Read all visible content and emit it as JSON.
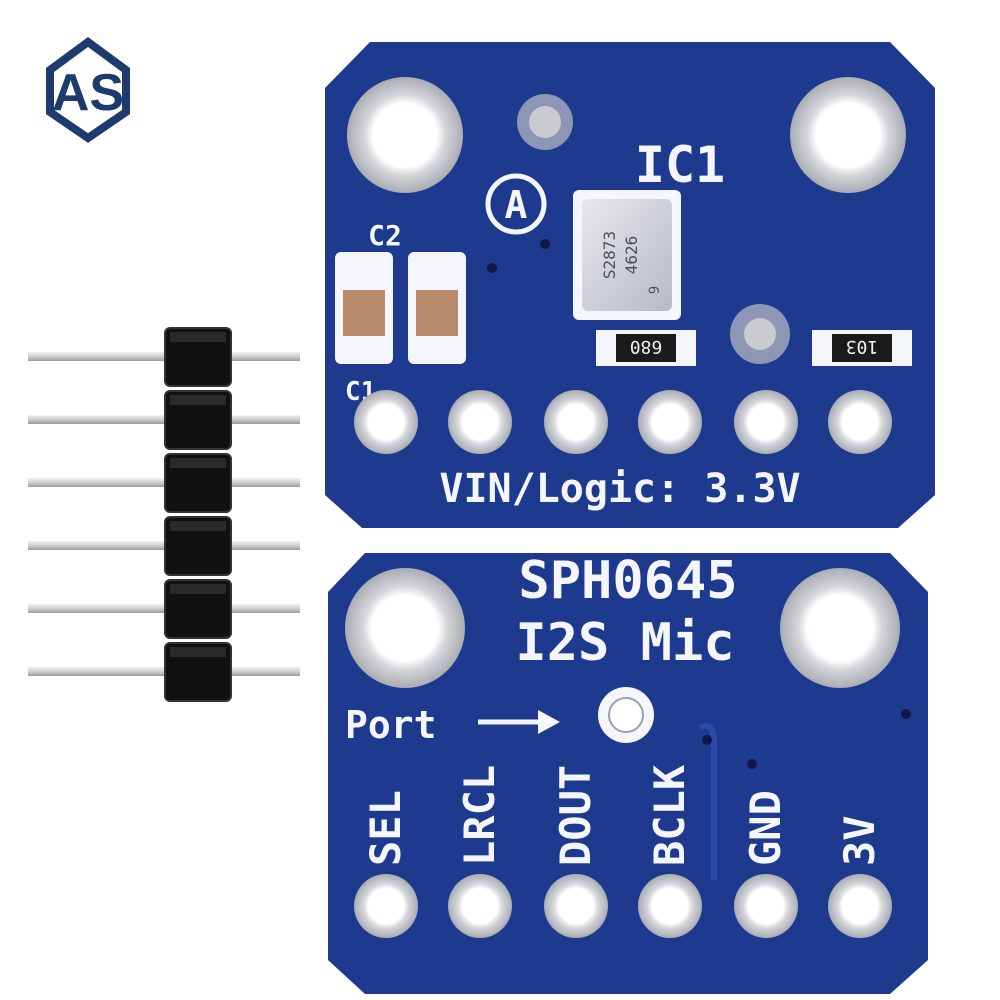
{
  "brand": {
    "logo_text": "AS",
    "logo_color": "#1f3b6e"
  },
  "colors": {
    "pcb": "#1d3a8f",
    "pcb_dark": "#15307a",
    "pad": "#c9cbd0",
    "silk": "#f4f6fb",
    "header": "#111111",
    "pin": "#cfcfcf"
  },
  "top_board": {
    "ic_label": "IC1",
    "cap_label_top": "C2",
    "cap_label_bottom": "C1",
    "chip_line1": "S2873",
    "chip_line2": "4626",
    "chip_line3": "9",
    "resistor_left": "680",
    "resistor_right": "103",
    "voltage_label": "VIN/Logic: 3.3V",
    "logo_letter": "A"
  },
  "bottom_board": {
    "title_line1": "SPH0645",
    "title_line2": "I2S Mic",
    "port_label": "Port",
    "pins": [
      "SEL",
      "LRCL",
      "DOUT",
      "BCLK",
      "GND",
      "3V"
    ]
  },
  "header": {
    "pin_count": 6
  }
}
